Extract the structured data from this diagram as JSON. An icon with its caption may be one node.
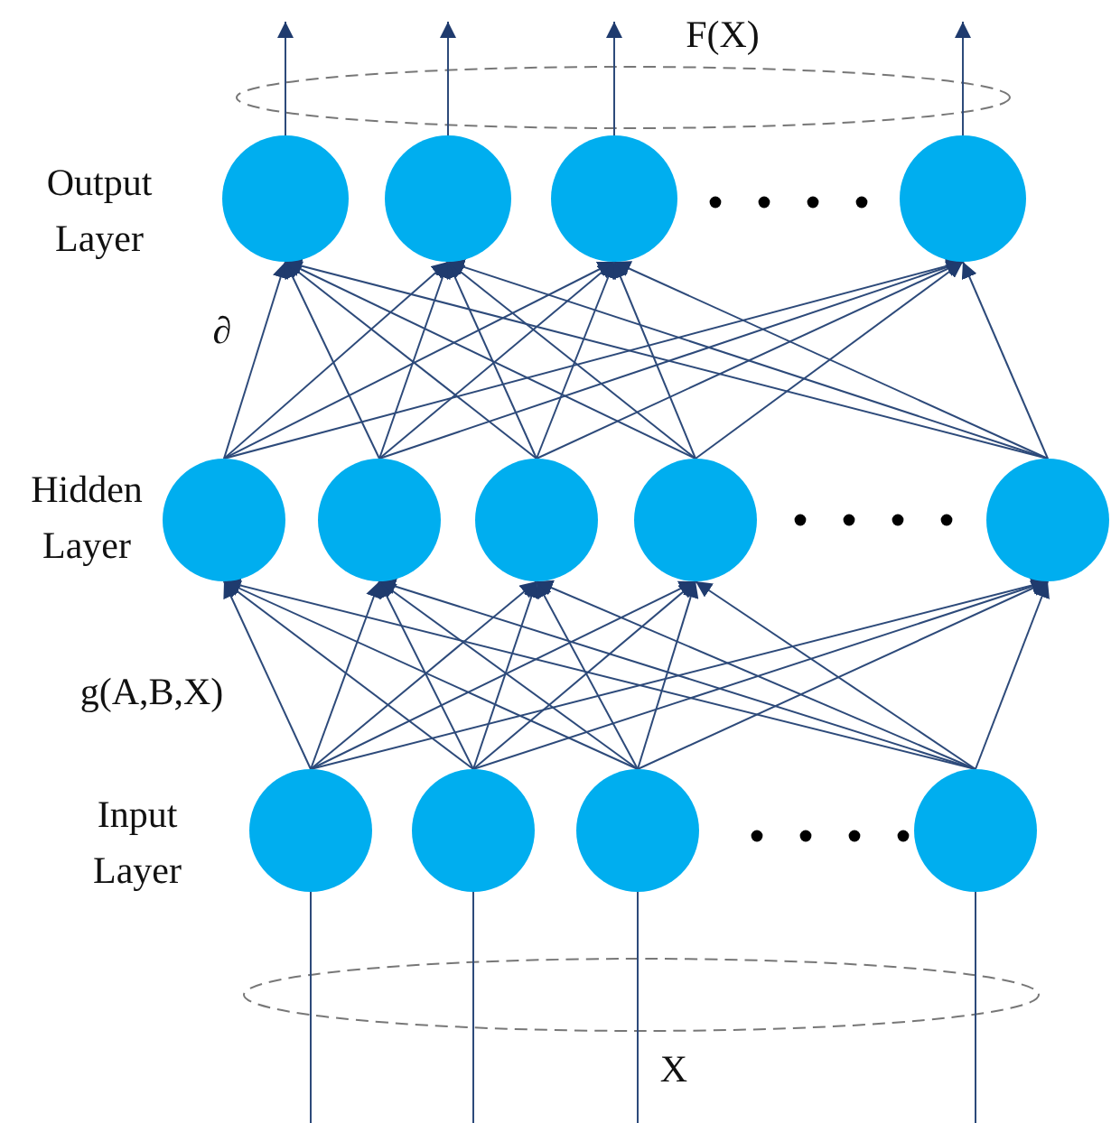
{
  "diagram": {
    "nodes": [
      {
        "text": [],
        "shape": "circle"
      },
      {
        "text": [],
        "shape": "circle"
      },
      {
        "text": [],
        "shape": "circle"
      },
      {
        "text": [],
        "shape": "circle"
      },
      {
        "text": [],
        "shape": "circle"
      },
      {
        "text": [],
        "shape": "circle"
      },
      {
        "text": [],
        "shape": "circle"
      },
      {
        "text": [],
        "shape": "circle"
      },
      {
        "text": [],
        "shape": "circle"
      },
      {
        "text": [],
        "shape": "circle"
      },
      {
        "text": [],
        "shape": "circle"
      },
      {
        "text": [],
        "shape": "circle"
      },
      {
        "text": [],
        "shape": "circle"
      },
      {
        "text": [],
        "shape": "ellipse"
      },
      {
        "text": [],
        "shape": "ellipse"
      }
    ],
    "edges": [
      {
        "from": null,
        "to": 9,
        "arrow": "none"
      },
      {
        "from": null,
        "to": 10,
        "arrow": "none"
      },
      {
        "from": null,
        "to": 11,
        "arrow": "none"
      },
      {
        "from": null,
        "to": 12,
        "arrow": "none"
      },
      {
        "from": 9,
        "to": 4,
        "arrow": "to"
      },
      {
        "from": 9,
        "to": 5,
        "arrow": "to"
      },
      {
        "from": 9,
        "to": 6,
        "arrow": "to"
      },
      {
        "from": 9,
        "to": 7,
        "arrow": "to"
      },
      {
        "from": 9,
        "to": 8,
        "arrow": "to"
      },
      {
        "from": 10,
        "to": 4,
        "arrow": "to"
      },
      {
        "from": 10,
        "to": 5,
        "arrow": "to"
      },
      {
        "from": 10,
        "to": 6,
        "arrow": "to"
      },
      {
        "from": 10,
        "to": 7,
        "arrow": "to"
      },
      {
        "from": 10,
        "to": 8,
        "arrow": "to"
      },
      {
        "from": 11,
        "to": 4,
        "arrow": "to"
      },
      {
        "from": 11,
        "to": 5,
        "arrow": "to"
      },
      {
        "from": 11,
        "to": 6,
        "arrow": "to"
      },
      {
        "from": 11,
        "to": 7,
        "arrow": "to"
      },
      {
        "from": 11,
        "to": 8,
        "arrow": "to"
      },
      {
        "from": 12,
        "to": 4,
        "arrow": "to"
      },
      {
        "from": 12,
        "to": 5,
        "arrow": "to"
      },
      {
        "from": 12,
        "to": 6,
        "arrow": "to"
      },
      {
        "from": 12,
        "to": 7,
        "arrow": "to"
      },
      {
        "from": 12,
        "to": 8,
        "arrow": "to"
      },
      {
        "from": 4,
        "to": 0,
        "arrow": "to"
      },
      {
        "from": 4,
        "to": 1,
        "arrow": "to"
      },
      {
        "from": 4,
        "to": 2,
        "arrow": "to"
      },
      {
        "from": 4,
        "to": 3,
        "arrow": "to"
      },
      {
        "from": 5,
        "to": 0,
        "arrow": "to"
      },
      {
        "from": 5,
        "to": 1,
        "arrow": "to"
      },
      {
        "from": 5,
        "to": 2,
        "arrow": "to"
      },
      {
        "from": 5,
        "to": 3,
        "arrow": "to"
      },
      {
        "from": 6,
        "to": 0,
        "arrow": "to"
      },
      {
        "from": 6,
        "to": 1,
        "arrow": "to"
      },
      {
        "from": 6,
        "to": 2,
        "arrow": "to"
      },
      {
        "from": 6,
        "to": 3,
        "arrow": "to"
      },
      {
        "from": 7,
        "to": 0,
        "arrow": "to"
      },
      {
        "from": 7,
        "to": 1,
        "arrow": "to"
      },
      {
        "from": 7,
        "to": 2,
        "arrow": "to"
      },
      {
        "from": 7,
        "to": 3,
        "arrow": "to"
      },
      {
        "from": 8,
        "to": 0,
        "arrow": "to"
      },
      {
        "from": 8,
        "to": 1,
        "arrow": "to"
      },
      {
        "from": 8,
        "to": 2,
        "arrow": "to"
      },
      {
        "from": 8,
        "to": 3,
        "arrow": "to"
      },
      {
        "from": 0,
        "to": null,
        "arrow": "to"
      },
      {
        "from": 1,
        "to": null,
        "arrow": "to"
      },
      {
        "from": 2,
        "to": null,
        "arrow": "to"
      },
      {
        "from": 3,
        "to": null,
        "arrow": "to"
      }
    ],
    "labels": [
      "F(X)",
      "Output Layer",
      "∂",
      "Hidden Layer",
      "g(A,B,X)",
      "Input Layer",
      "X"
    ]
  }
}
